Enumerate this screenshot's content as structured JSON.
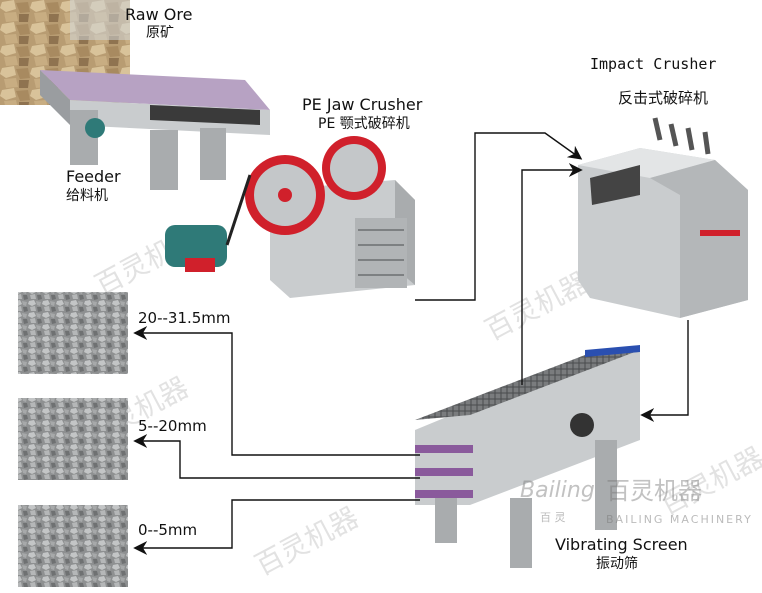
{
  "labels": {
    "raw_ore_en": "Raw Ore",
    "raw_ore_cn": "原矿",
    "feeder_en": "Feeder",
    "feeder_cn": "给料机",
    "jaw_en": "PE Jaw Crusher",
    "jaw_cn": "PE 颚式破碎机",
    "impact_en": "Impact Crusher",
    "impact_cn": "反击式破碎机",
    "screen_en": "Vibrating Screen",
    "screen_cn": "振动筛"
  },
  "outputs": [
    {
      "size": "20--31.5mm"
    },
    {
      "size": "5--20mm"
    },
    {
      "size": "0--5mm"
    }
  ],
  "brand": {
    "logo_text": "Bailing",
    "cn": "百灵机器",
    "en": "BAILING MACHINERY",
    "sub": "百 灵"
  },
  "colors": {
    "arrow": "#111111",
    "machine_grey": "#c9ccce",
    "wheel_red": "#d0202b",
    "motor_teal": "#2f7a78",
    "screen_purple": "#8a5a9c",
    "screen_blue": "#2a4fb0"
  }
}
